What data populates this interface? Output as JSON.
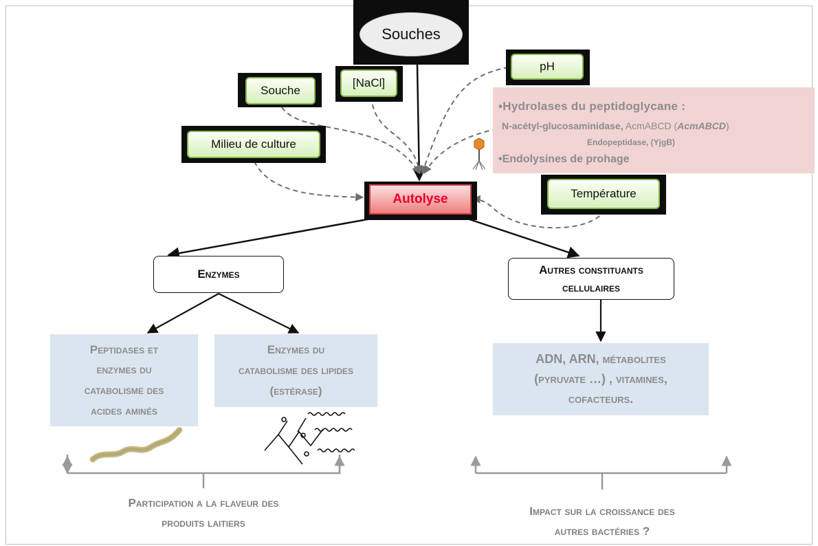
{
  "title": "",
  "nodes": {
    "souches": "Souches",
    "souche": "Souche",
    "nacl": "[NaCl]",
    "ph": "pH",
    "milieu": "Milieu de culture",
    "temperature": "Température",
    "autolyse": "Autolyse"
  },
  "hydrolases": {
    "line1": "•Hydrolases du peptidoglycane :",
    "line2_a": "N-acétyl-glucosaminidase,",
    "line2_b": " AcmABCD (",
    "line2_c": "AcmABCD",
    "line2_d": ")",
    "line3": "Endopeptidase, (YjgB)",
    "line4": "•Endolysines de prohage"
  },
  "branches": {
    "enzymes": "Enzymes",
    "autres_line1": "Autres constituants",
    "autres_line2": "cellulaires"
  },
  "boxes": {
    "peptidases": [
      "Peptidases et",
      "enzymes du",
      "catabolisme des",
      "acides aminés"
    ],
    "lipides": [
      "Enzymes du",
      "catabolisme des lipides",
      "(estérase)"
    ],
    "adn": [
      "ADN, ARN, métabolites",
      "(pyruvate …) , vitamines,",
      "cofacteurs."
    ]
  },
  "outcomes": {
    "flaveur_line1": "Participation a la flaveur des",
    "flaveur_line2": "produits laitiers",
    "impact_line1": "Impact sur la croissance des",
    "impact_line2": "autres bactéries ?"
  },
  "colors": {
    "factor_green": "#86b64a",
    "autolyse_red": "#e6002e",
    "pink_panel": "#f1d3d3",
    "blue_box": "#dbe5f0"
  }
}
